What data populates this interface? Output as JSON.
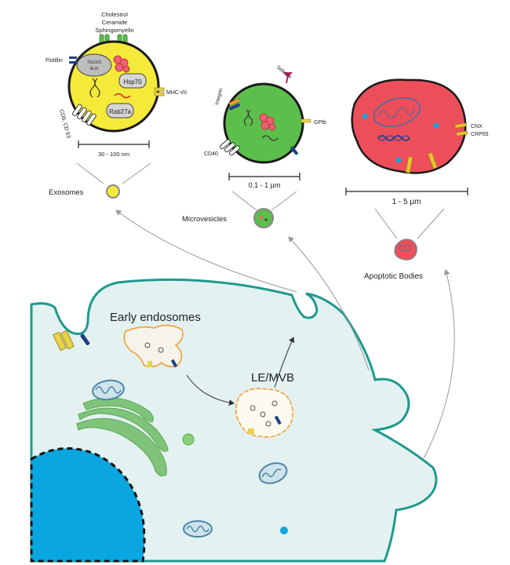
{
  "exosome": {
    "lipids": [
      "Cholestrol",
      "Ceramide",
      "Sphingomyelin"
    ],
    "flotillin": "Flotillin",
    "tsg_line1": "TSG101",
    "tsg_line2": "ALIX",
    "hsp70": "Hsp70",
    "rab27a": "Rab27a",
    "mhc": "MHC-I/II",
    "cd": "CD9, CD 63",
    "size": "30 - 100 nm",
    "name": "Exosomes"
  },
  "microvesicle": {
    "integrin": "Integrin",
    "selectin": "Selectin",
    "gpib": "GPIb",
    "cd40": "CD40",
    "size": "0.1 - 1 µm",
    "name": "Microvesicles"
  },
  "apoptotic": {
    "cnx": "CNX",
    "crp55": "CRP55",
    "size": "1 - 5 µm",
    "name": "Apoptotic Bodies"
  },
  "cell": {
    "early_endosomes": "Early endosomes",
    "le_mvb": "LE/MVB"
  },
  "colors": {
    "exosome_fill": "#f5ea3a",
    "microvesicle_fill": "#5cbf4b",
    "apoptotic_fill": "#ec4e5a",
    "cell_fill": "#e3f1f1",
    "cell_border": "#1f9a8e",
    "nucleus_fill": "#0aa6e0",
    "endosome_border": "#f0a033"
  }
}
